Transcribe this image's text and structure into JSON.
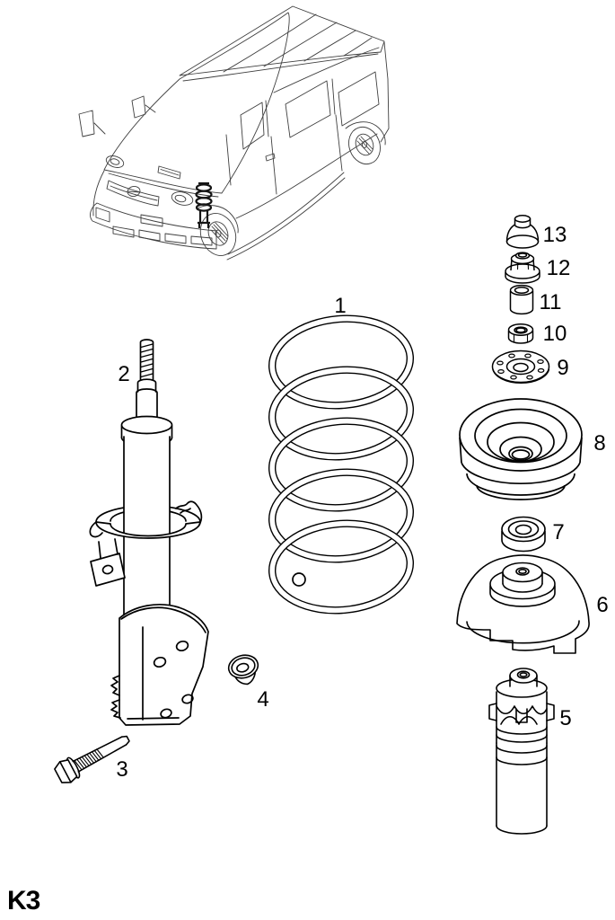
{
  "page_code": "K3",
  "callouts": {
    "c1": "1",
    "c2": "2",
    "c3": "3",
    "c4": "4",
    "c5": "5",
    "c6": "6",
    "c7": "7",
    "c8": "8",
    "c9": "9",
    "c10": "10",
    "c11": "11",
    "c12": "12",
    "c13": "13"
  },
  "colors": {
    "ink": "#000000",
    "van_line": "#3f3f3f",
    "paper": "#ffffff"
  }
}
